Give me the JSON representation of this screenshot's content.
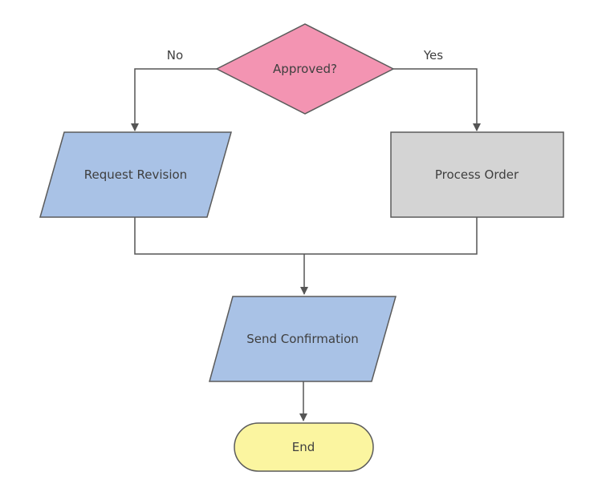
{
  "diagram": {
    "type": "flowchart",
    "background": "#ffffff",
    "line_color": "#555555",
    "border_color": "#5b5b5b",
    "text_color": "#3f3f3f",
    "nodes": {
      "decision": {
        "label": "Approved?",
        "shape": "diamond",
        "fill": "#f394b2"
      },
      "request_revision": {
        "label": "Request Revision",
        "shape": "parallelogram",
        "fill": "#a9c2e6"
      },
      "process_order": {
        "label": "Process Order",
        "shape": "rectangle",
        "fill": "#d4d4d4"
      },
      "send_confirmation": {
        "label": "Send Confirmation",
        "shape": "parallelogram",
        "fill": "#a9c2e6"
      },
      "end": {
        "label": "End",
        "shape": "terminator",
        "fill": "#fbf5a0"
      }
    },
    "edges": [
      {
        "from": "decision",
        "to": "request_revision",
        "label": "No"
      },
      {
        "from": "decision",
        "to": "process_order",
        "label": "Yes"
      },
      {
        "from": "request_revision",
        "to": "send_confirmation",
        "label": ""
      },
      {
        "from": "process_order",
        "to": "send_confirmation",
        "label": ""
      },
      {
        "from": "send_confirmation",
        "to": "end",
        "label": ""
      }
    ]
  }
}
